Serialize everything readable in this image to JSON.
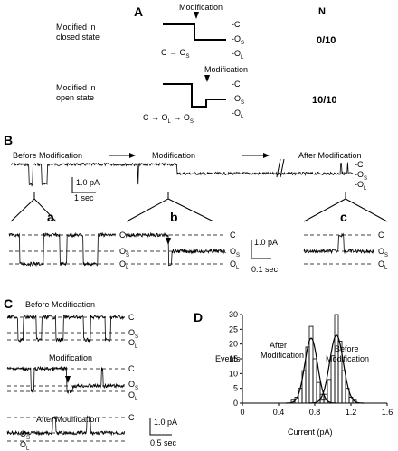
{
  "panels": {
    "A": "A",
    "B": "B",
    "C": "C",
    "D": "D"
  },
  "panelA": {
    "modification": "Modification",
    "n_header": "N",
    "row1": {
      "label1": "Modified in",
      "label2": "closed state",
      "scheme": "C → O",
      "scheme_sub": "S",
      "count": "0/10"
    },
    "row2": {
      "label1": "Modified in",
      "label2": "open state",
      "scheme": "C → O",
      "scheme_sub": "L",
      "scheme2": " → O",
      "scheme2_sub": "S",
      "count": "10/10"
    },
    "levels": {
      "c": "-C",
      "os": "-O",
      "ol": "-O",
      "os_sub": "S",
      "ol_sub": "L"
    }
  },
  "panelB": {
    "before": "Before Modification",
    "modification": "Modification",
    "after": "After Modification",
    "scale_pa": "1.0 pA",
    "scale_sec": "1 sec",
    "insets": [
      "a",
      "b",
      "c"
    ],
    "inset_scale_pa": "1.0 pA",
    "inset_scale_sec": "0.1 sec",
    "levels": {
      "c": "C",
      "o": "O",
      "os_sub": "S",
      "ol_sub": "L"
    }
  },
  "panelC": {
    "before": "Before Modification",
    "modification": "Modification",
    "after": "After Modification",
    "scale_pa": "1.0 pA",
    "scale_sec": "0.5 sec",
    "levels": {
      "c": "C",
      "o": "O",
      "os_sub": "S",
      "ol_sub": "L"
    }
  },
  "chart_data": {
    "type": "bar",
    "ylabel": "Events",
    "xlabel": "Current (pA)",
    "xlim": [
      0,
      1.6
    ],
    "ylim": [
      0,
      30
    ],
    "xticks": [
      "0",
      "0.4",
      "0.8",
      "1.2",
      "1.6"
    ],
    "yticks": [
      "0",
      "5",
      "10",
      "15",
      "20",
      "25",
      "30"
    ],
    "series": [
      {
        "name": "After Modification",
        "bin_centers": [
          0.56,
          0.6,
          0.64,
          0.68,
          0.72,
          0.76,
          0.8,
          0.84,
          0.88,
          0.92
        ],
        "values": [
          1,
          2,
          5,
          11,
          19,
          26,
          15,
          7,
          3,
          1
        ],
        "fit_mean": 0.76,
        "fit_sd": 0.07,
        "fit_peak": 22
      },
      {
        "name": "Before Modification",
        "bin_centers": [
          0.88,
          0.92,
          0.96,
          1.0,
          1.04,
          1.08,
          1.12,
          1.16,
          1.2,
          1.24
        ],
        "values": [
          1,
          3,
          8,
          16,
          30,
          21,
          11,
          5,
          2,
          1
        ],
        "fit_mean": 1.04,
        "fit_sd": 0.075,
        "fit_peak": 23
      }
    ]
  }
}
